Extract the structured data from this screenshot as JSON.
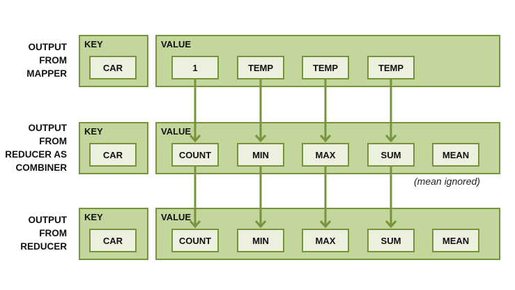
{
  "rows": [
    {
      "label": "OUTPUT\nFROM\nMAPPER",
      "key_title": "KEY",
      "key": "CAR",
      "value_title": "VALUE",
      "values": [
        "1",
        "TEMP",
        "TEMP",
        "TEMP"
      ]
    },
    {
      "label": "OUTPUT\nFROM\nREDUCER AS\nCOMBINER",
      "key_title": "KEY",
      "key": "CAR",
      "value_title": "VALUE",
      "values": [
        "COUNT",
        "MIN",
        "MAX",
        "SUM",
        "MEAN"
      ]
    },
    {
      "label": "OUTPUT\nFROM\nREDUCER",
      "key_title": "KEY",
      "key": "CAR",
      "value_title": "VALUE",
      "values": [
        "COUNT",
        "MIN",
        "MAX",
        "SUM",
        "MEAN"
      ]
    }
  ],
  "note": "(mean ignored)",
  "colors": {
    "outer_fill": "#c3d69b",
    "border": "#77933c",
    "inner_fill": "#ebf1de"
  }
}
